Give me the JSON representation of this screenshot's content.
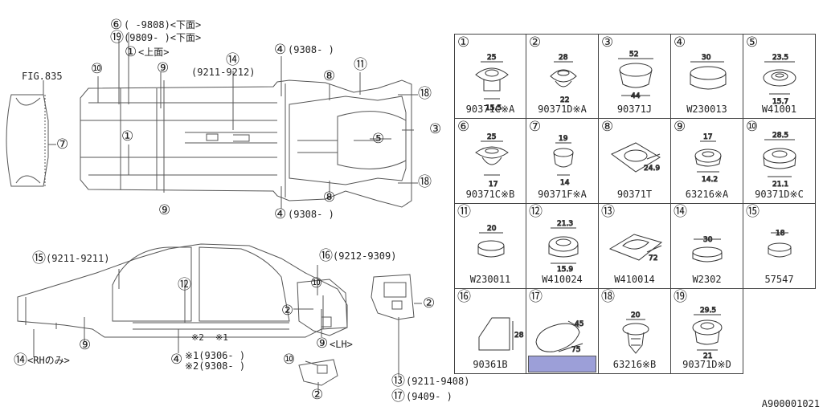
{
  "diagram": {
    "fig_ref": "FIG.835",
    "labels": {
      "l6": "(  -9808)<下面>",
      "l19": "(9809-  )<下面>",
      "l1": "<上面>",
      "l14top": "(9211-9212)",
      "l4top": "(9308-  )",
      "l4bottom": "(9308-  )",
      "l15": "(9211-9211)",
      "l16": "(9212-9309)",
      "l9lh": "<LH>",
      "l14rh": "<RHのみ>",
      "l4a": "※1(9306-  )",
      "l4b": "※2(9308-  )",
      "l13": "(9211-9408)",
      "l17": "(9409-  )"
    },
    "circled": {
      "n1": "①",
      "n2": "②",
      "n3": "③",
      "n4": "④",
      "n5": "⑤",
      "n6": "⑥",
      "n7": "⑦",
      "n8": "⑧",
      "n9": "⑨",
      "n10": "⑩",
      "n11": "⑪",
      "n12": "⑫",
      "n13": "⑬",
      "n14": "⑭",
      "n15": "⑮",
      "n16": "⑯",
      "n17": "⑰",
      "n18": "⑱",
      "n19": "⑲"
    },
    "small_marks": {
      "m1": "※1",
      "m2": "※2"
    }
  },
  "parts": [
    {
      "num": "①",
      "code": "90371C※A",
      "dims": [
        "25",
        "15.5"
      ]
    },
    {
      "num": "②",
      "code": "90371D※A",
      "dims": [
        "28",
        "22"
      ]
    },
    {
      "num": "③",
      "code": "90371J",
      "dims": [
        "52",
        "44"
      ]
    },
    {
      "num": "④",
      "code": "W230013",
      "dims": [
        "30"
      ]
    },
    {
      "num": "⑤",
      "code": "W41001",
      "dims": [
        "23.5",
        "15.7"
      ]
    },
    {
      "num": "⑥",
      "code": "90371C※B",
      "dims": [
        "25",
        "17"
      ]
    },
    {
      "num": "⑦",
      "code": "90371F※A",
      "dims": [
        "19",
        "14"
      ]
    },
    {
      "num": "⑧",
      "code": "90371T",
      "dims": [
        "24.9"
      ]
    },
    {
      "num": "⑨",
      "code": "63216※A",
      "dims": [
        "17",
        "14.2"
      ]
    },
    {
      "num": "⑩",
      "code": "90371D※C",
      "dims": [
        "28.5",
        "21.1"
      ]
    },
    {
      "num": "⑪",
      "code": "W230011",
      "dims": [
        "20"
      ]
    },
    {
      "num": "⑫",
      "code": "W410024",
      "dims": [
        "21.3",
        "15.9"
      ]
    },
    {
      "num": "⑬",
      "code": "W410014",
      "dims": [
        "72"
      ]
    },
    {
      "num": "⑭",
      "code": "W2302",
      "dims": [
        "30"
      ]
    },
    {
      "num": "⑮",
      "code": "57547",
      "dims": [
        "18"
      ]
    },
    {
      "num": "⑯",
      "code": "90361B",
      "dims": [
        "28"
      ]
    },
    {
      "num": "⑰",
      "code": "",
      "dims": [
        "45",
        "75"
      ]
    },
    {
      "num": "⑱",
      "code": "63216※B",
      "dims": [
        "20"
      ]
    },
    {
      "num": "⑲",
      "code": "90371D※D",
      "dims": [
        "29.5",
        "21"
      ]
    }
  ],
  "reference_id": "A900001021",
  "colors": {
    "highlight": "#9c9fd8",
    "line": "#444444"
  }
}
